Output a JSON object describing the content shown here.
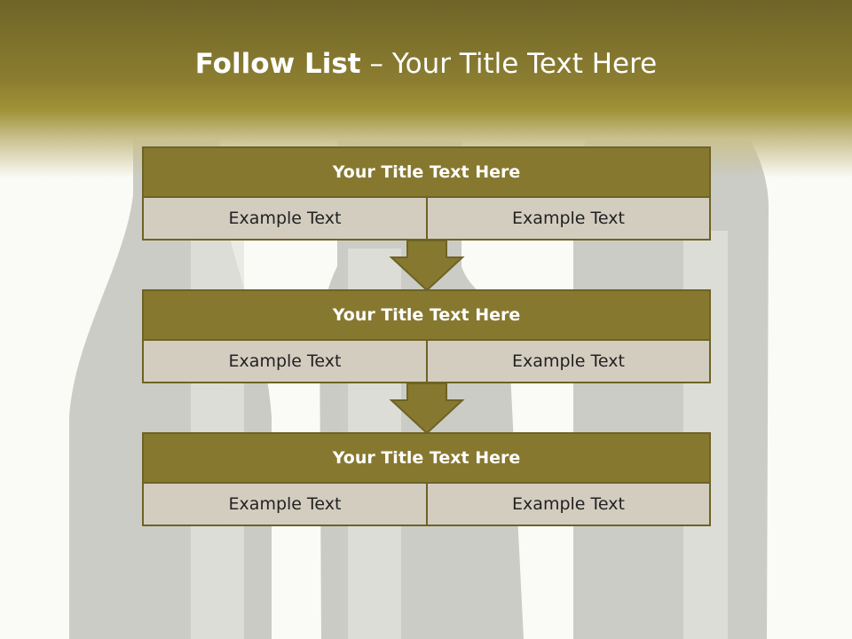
{
  "slide": {
    "title_bold": "Follow List",
    "title_rest": "– Your Title Text Here"
  },
  "steps": [
    {
      "title": "Your Title Text Here",
      "left": "Example Text",
      "right": "Example Text"
    },
    {
      "title": "Your Title Text Here",
      "left": "Example Text",
      "right": "Example Text"
    },
    {
      "title": "Your Title Text Here",
      "left": "Example Text",
      "right": "Example Text"
    }
  ],
  "colors": {
    "accent": "#877830",
    "border": "#6e6325",
    "cell_bg": "#d3cdc0",
    "header_text": "#ffffff"
  }
}
